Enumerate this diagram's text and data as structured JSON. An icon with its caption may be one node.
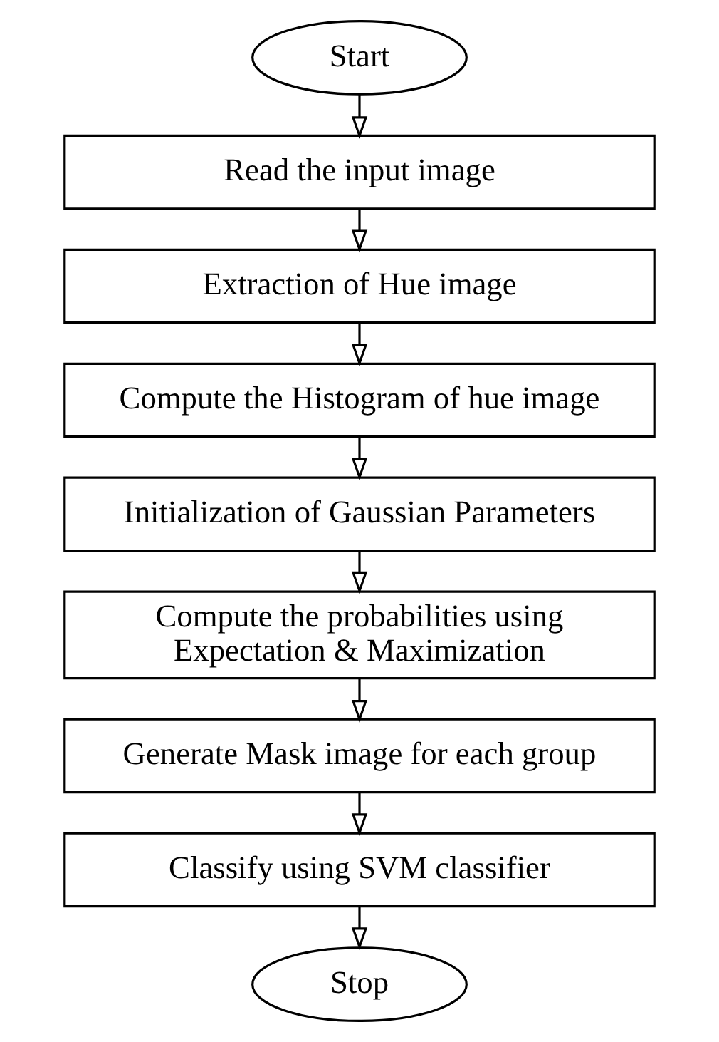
{
  "diagram": {
    "nodes": [
      {
        "text": [
          "Start"
        ]
      },
      {
        "text": [
          "Read the input image"
        ]
      },
      {
        "text": [
          "Extraction of Hue image"
        ]
      },
      {
        "text": [
          "Compute the Histogram of hue image"
        ]
      },
      {
        "text": [
          "Initialization of Gaussian Parameters"
        ]
      },
      {
        "text": [
          "Compute the probabilities using Expectation & Maximization"
        ]
      },
      {
        "text": [
          "Generate Mask image for each group"
        ]
      },
      {
        "text": [
          "Classify using SVM classifier"
        ]
      },
      {
        "text": [
          "Stop"
        ]
      }
    ],
    "edges": [
      {
        "from": 0,
        "to": 1,
        "arrow": "to"
      },
      {
        "from": 1,
        "to": 2,
        "arrow": "to"
      },
      {
        "from": 2,
        "to": 3,
        "arrow": "to"
      },
      {
        "from": 3,
        "to": 4,
        "arrow": "to"
      },
      {
        "from": 4,
        "to": 5,
        "arrow": "to"
      },
      {
        "from": 5,
        "to": 6,
        "arrow": "to"
      },
      {
        "from": 6,
        "to": 7,
        "arrow": "to"
      },
      {
        "from": 7,
        "to": 8,
        "arrow": "to"
      }
    ]
  }
}
